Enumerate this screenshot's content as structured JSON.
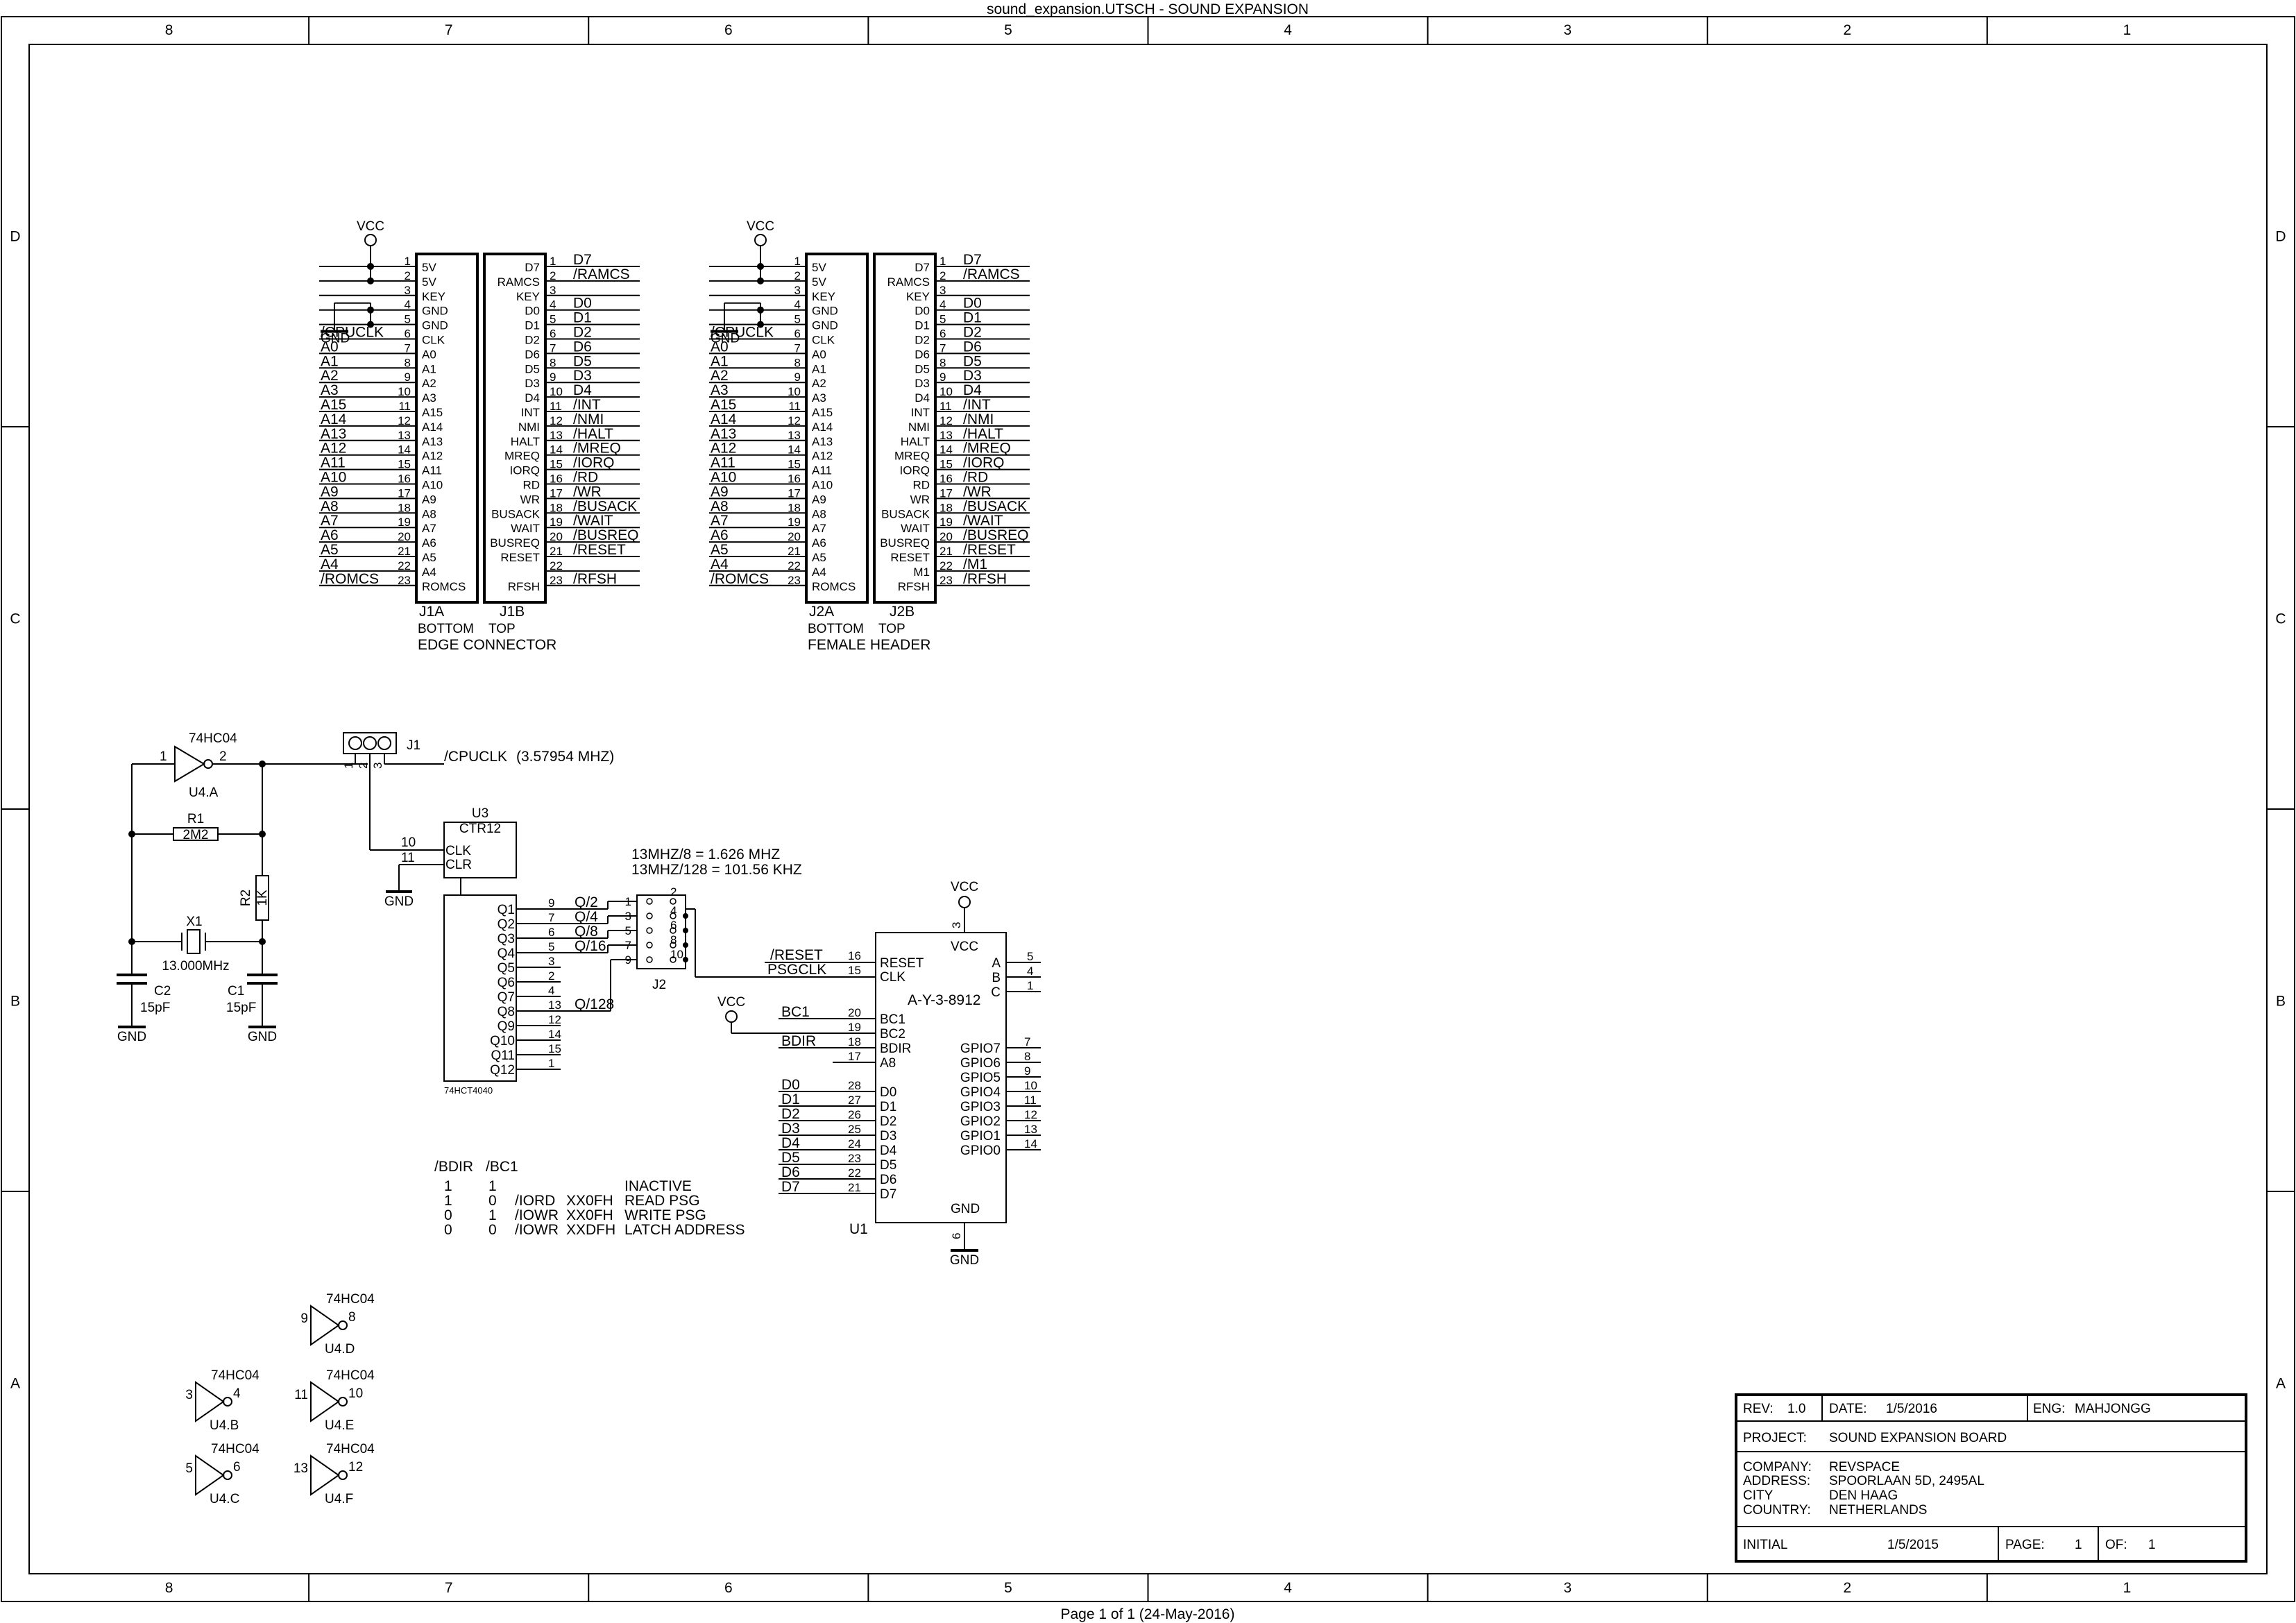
{
  "header": {
    "title": "sound_expansion.UTSCH - SOUND EXPANSION",
    "footer": "Page 1 of 1 (24-May-2016)"
  },
  "frame": {
    "columns": [
      "8",
      "7",
      "6",
      "5",
      "4",
      "3",
      "2",
      "1"
    ],
    "rows": [
      "D",
      "C",
      "B",
      "A"
    ]
  },
  "connectors": {
    "left": {
      "vcc": "VCC",
      "gnd": "GND",
      "side_a_name": "J1A",
      "side_b_name": "J1B",
      "side_a_sub": "BOTTOM",
      "side_b_sub": "TOP",
      "caption": "EDGE CONNECTOR",
      "a_pins": [
        {
          "n": "1",
          "pin": "5V",
          "net": ""
        },
        {
          "n": "2",
          "pin": "5V",
          "net": ""
        },
        {
          "n": "3",
          "pin": "KEY",
          "net": ""
        },
        {
          "n": "4",
          "pin": "GND",
          "net": ""
        },
        {
          "n": "5",
          "pin": "GND",
          "net": ""
        },
        {
          "n": "6",
          "pin": "CLK",
          "net": "/CPUCLK"
        },
        {
          "n": "7",
          "pin": "A0",
          "net": "A0"
        },
        {
          "n": "8",
          "pin": "A1",
          "net": "A1"
        },
        {
          "n": "9",
          "pin": "A2",
          "net": "A2"
        },
        {
          "n": "10",
          "pin": "A3",
          "net": "A3"
        },
        {
          "n": "11",
          "pin": "A15",
          "net": "A15"
        },
        {
          "n": "12",
          "pin": "A14",
          "net": "A14"
        },
        {
          "n": "13",
          "pin": "A13",
          "net": "A13"
        },
        {
          "n": "14",
          "pin": "A12",
          "net": "A12"
        },
        {
          "n": "15",
          "pin": "A11",
          "net": "A11"
        },
        {
          "n": "16",
          "pin": "A10",
          "net": "A10"
        },
        {
          "n": "17",
          "pin": "A9",
          "net": "A9"
        },
        {
          "n": "18",
          "pin": "A8",
          "net": "A8"
        },
        {
          "n": "19",
          "pin": "A7",
          "net": "A7"
        },
        {
          "n": "20",
          "pin": "A6",
          "net": "A6"
        },
        {
          "n": "21",
          "pin": "A5",
          "net": "A5"
        },
        {
          "n": "22",
          "pin": "A4",
          "net": "A4"
        },
        {
          "n": "23",
          "pin": "ROMCS",
          "net": "/ROMCS"
        }
      ],
      "b_pins": [
        {
          "n": "1",
          "pin": "D7",
          "net": "D7"
        },
        {
          "n": "2",
          "pin": "RAMCS",
          "net": "/RAMCS"
        },
        {
          "n": "3",
          "pin": "KEY",
          "net": ""
        },
        {
          "n": "4",
          "pin": "D0",
          "net": "D0"
        },
        {
          "n": "5",
          "pin": "D1",
          "net": "D1"
        },
        {
          "n": "6",
          "pin": "D2",
          "net": "D2"
        },
        {
          "n": "7",
          "pin": "D6",
          "net": "D6"
        },
        {
          "n": "8",
          "pin": "D5",
          "net": "D5"
        },
        {
          "n": "9",
          "pin": "D3",
          "net": "D3"
        },
        {
          "n": "10",
          "pin": "D4",
          "net": "D4"
        },
        {
          "n": "11",
          "pin": "INT",
          "net": "/INT"
        },
        {
          "n": "12",
          "pin": "NMI",
          "net": "/NMI"
        },
        {
          "n": "13",
          "pin": "HALT",
          "net": "/HALT"
        },
        {
          "n": "14",
          "pin": "MREQ",
          "net": "/MREQ"
        },
        {
          "n": "15",
          "pin": "IORQ",
          "net": "/IORQ"
        },
        {
          "n": "16",
          "pin": "RD",
          "net": "/RD"
        },
        {
          "n": "17",
          "pin": "WR",
          "net": "/WR"
        },
        {
          "n": "18",
          "pin": "BUSACK",
          "net": "/BUSACK"
        },
        {
          "n": "19",
          "pin": "WAIT",
          "net": "/WAIT"
        },
        {
          "n": "20",
          "pin": "BUSREQ",
          "net": "/BUSREQ"
        },
        {
          "n": "21",
          "pin": "RESET",
          "net": "/RESET"
        },
        {
          "n": "22",
          "pin": "",
          "net": ""
        },
        {
          "n": "23",
          "pin": "RFSH",
          "net": "/RFSH"
        }
      ]
    },
    "right": {
      "vcc": "VCC",
      "gnd": "GND",
      "side_a_name": "J2A",
      "side_b_name": "J2B",
      "side_a_sub": "BOTTOM",
      "side_b_sub": "TOP",
      "caption": "FEMALE HEADER",
      "a_pins": [
        {
          "n": "1",
          "pin": "5V",
          "net": ""
        },
        {
          "n": "2",
          "pin": "5V",
          "net": ""
        },
        {
          "n": "3",
          "pin": "KEY",
          "net": ""
        },
        {
          "n": "4",
          "pin": "GND",
          "net": ""
        },
        {
          "n": "5",
          "pin": "GND",
          "net": ""
        },
        {
          "n": "6",
          "pin": "CLK",
          "net": "/CPUCLK"
        },
        {
          "n": "7",
          "pin": "A0",
          "net": "A0"
        },
        {
          "n": "8",
          "pin": "A1",
          "net": "A1"
        },
        {
          "n": "9",
          "pin": "A2",
          "net": "A2"
        },
        {
          "n": "10",
          "pin": "A3",
          "net": "A3"
        },
        {
          "n": "11",
          "pin": "A15",
          "net": "A15"
        },
        {
          "n": "12",
          "pin": "A14",
          "net": "A14"
        },
        {
          "n": "13",
          "pin": "A13",
          "net": "A13"
        },
        {
          "n": "14",
          "pin": "A12",
          "net": "A12"
        },
        {
          "n": "15",
          "pin": "A11",
          "net": "A11"
        },
        {
          "n": "16",
          "pin": "A10",
          "net": "A10"
        },
        {
          "n": "17",
          "pin": "A9",
          "net": "A9"
        },
        {
          "n": "18",
          "pin": "A8",
          "net": "A8"
        },
        {
          "n": "19",
          "pin": "A7",
          "net": "A7"
        },
        {
          "n": "20",
          "pin": "A6",
          "net": "A6"
        },
        {
          "n": "21",
          "pin": "A5",
          "net": "A5"
        },
        {
          "n": "22",
          "pin": "A4",
          "net": "A4"
        },
        {
          "n": "23",
          "pin": "ROMCS",
          "net": "/ROMCS"
        }
      ],
      "b_pins": [
        {
          "n": "1",
          "pin": "D7",
          "net": "D7"
        },
        {
          "n": "2",
          "pin": "RAMCS",
          "net": "/RAMCS"
        },
        {
          "n": "3",
          "pin": "KEY",
          "net": ""
        },
        {
          "n": "4",
          "pin": "D0",
          "net": "D0"
        },
        {
          "n": "5",
          "pin": "D1",
          "net": "D1"
        },
        {
          "n": "6",
          "pin": "D2",
          "net": "D2"
        },
        {
          "n": "7",
          "pin": "D6",
          "net": "D6"
        },
        {
          "n": "8",
          "pin": "D5",
          "net": "D5"
        },
        {
          "n": "9",
          "pin": "D3",
          "net": "D3"
        },
        {
          "n": "10",
          "pin": "D4",
          "net": "D4"
        },
        {
          "n": "11",
          "pin": "INT",
          "net": "/INT"
        },
        {
          "n": "12",
          "pin": "NMI",
          "net": "/NMI"
        },
        {
          "n": "13",
          "pin": "HALT",
          "net": "/HALT"
        },
        {
          "n": "14",
          "pin": "MREQ",
          "net": "/MREQ"
        },
        {
          "n": "15",
          "pin": "IORQ",
          "net": "/IORQ"
        },
        {
          "n": "16",
          "pin": "RD",
          "net": "/RD"
        },
        {
          "n": "17",
          "pin": "WR",
          "net": "/WR"
        },
        {
          "n": "18",
          "pin": "BUSACK",
          "net": "/BUSACK"
        },
        {
          "n": "19",
          "pin": "WAIT",
          "net": "/WAIT"
        },
        {
          "n": "20",
          "pin": "BUSREQ",
          "net": "/BUSREQ"
        },
        {
          "n": "21",
          "pin": "RESET",
          "net": "/RESET"
        },
        {
          "n": "22",
          "pin": "M1",
          "net": "/M1"
        },
        {
          "n": "23",
          "pin": "RFSH",
          "net": "/RFSH"
        }
      ]
    }
  },
  "clock": {
    "u4a_part": "74HC04",
    "u4a_ref": "U4.A",
    "u4a_in": "1",
    "u4a_out": "2",
    "r1_ref": "R1",
    "r1_val": "2M2",
    "r2_ref": "R2",
    "r2_val": "1K",
    "x1_ref": "X1",
    "x1_val": "13.000MHz",
    "c2_ref": "C2",
    "c2_val": "15pF",
    "c1_ref": "C1",
    "c1_val": "15pF",
    "gnd": "GND",
    "j1_ref": "J1",
    "j1_pins": [
      "1",
      "2",
      "3"
    ],
    "cpuclk_net": "/CPUCLK",
    "cpuclk_note": "(3.57954 MHZ)"
  },
  "counter": {
    "ref": "U3",
    "type": "CTR12",
    "part": "74HCT4040",
    "clk_pin": "10",
    "clr_pin": "11",
    "clk_label": "CLK",
    "clr_label": "CLR",
    "gnd": "GND",
    "outputs": [
      {
        "q": "Q1",
        "pin": "9",
        "net": "Q/2"
      },
      {
        "q": "Q2",
        "pin": "7",
        "net": "Q/4"
      },
      {
        "q": "Q3",
        "pin": "6",
        "net": "Q/8"
      },
      {
        "q": "Q4",
        "pin": "5",
        "net": "Q/16"
      },
      {
        "q": "Q5",
        "pin": "3",
        "net": ""
      },
      {
        "q": "Q6",
        "pin": "2",
        "net": ""
      },
      {
        "q": "Q7",
        "pin": "4",
        "net": ""
      },
      {
        "q": "Q8",
        "pin": "13",
        "net": "Q/128"
      },
      {
        "q": "Q9",
        "pin": "12",
        "net": ""
      },
      {
        "q": "Q10",
        "pin": "14",
        "net": ""
      },
      {
        "q": "Q11",
        "pin": "15",
        "net": ""
      },
      {
        "q": "Q12",
        "pin": "1",
        "net": ""
      }
    ]
  },
  "jumper": {
    "ref": "J2",
    "note1": "13MHZ/8 = 1.626 MHZ",
    "note2": "13MHZ/128 = 101.56 KHZ",
    "left_pins": [
      "1",
      "3",
      "5",
      "7",
      "9"
    ],
    "right_pins": [
      "2",
      "4",
      "6",
      "8",
      "10"
    ]
  },
  "psg": {
    "ref": "U1",
    "part": "A-Y-3-8912",
    "vcc": "VCC",
    "gnd": "GND",
    "vcc_pin": "3",
    "gnd_pin": "6",
    "reset_net": "/RESET",
    "reset_pin": "16",
    "reset_label": "RESET",
    "clk_net": "PSGCLK",
    "clk_pin": "15",
    "clk_label": "CLK",
    "bc2_vcc": "VCC",
    "ctrl": [
      {
        "net": "BC1",
        "pin": "20",
        "label": "BC1"
      },
      {
        "net": "",
        "pin": "19",
        "label": "BC2"
      },
      {
        "net": "BDIR",
        "pin": "18",
        "label": "BDIR"
      },
      {
        "net": "",
        "pin": "17",
        "label": "A8"
      }
    ],
    "data": [
      {
        "net": "D0",
        "pin": "28",
        "label": "D0"
      },
      {
        "net": "D1",
        "pin": "27",
        "label": "D1"
      },
      {
        "net": "D2",
        "pin": "26",
        "label": "D2"
      },
      {
        "net": "D3",
        "pin": "25",
        "label": "D3"
      },
      {
        "net": "D4",
        "pin": "24",
        "label": "D4"
      },
      {
        "net": "D5",
        "pin": "23",
        "label": "D5"
      },
      {
        "net": "D6",
        "pin": "22",
        "label": "D6"
      },
      {
        "net": "D7",
        "pin": "21",
        "label": "D7"
      }
    ],
    "audio": [
      {
        "label": "A",
        "pin": "5"
      },
      {
        "label": "B",
        "pin": "4"
      },
      {
        "label": "C",
        "pin": "1"
      }
    ],
    "gpio": [
      {
        "label": "GPIO7",
        "pin": "7"
      },
      {
        "label": "GPIO6",
        "pin": "8"
      },
      {
        "label": "GPIO5",
        "pin": "9"
      },
      {
        "label": "GPIO4",
        "pin": "10"
      },
      {
        "label": "GPIO3",
        "pin": "11"
      },
      {
        "label": "GPIO2",
        "pin": "12"
      },
      {
        "label": "GPIO1",
        "pin": "13"
      },
      {
        "label": "GPIO0",
        "pin": "14"
      }
    ]
  },
  "truth_table": {
    "header": [
      "/BDIR",
      "/BC1"
    ],
    "rows": [
      {
        "bdir": "1",
        "bc1": "1",
        "sig": "",
        "addr": "",
        "desc": "INACTIVE"
      },
      {
        "bdir": "1",
        "bc1": "0",
        "sig": "/IORD",
        "addr": "XX0FH",
        "desc": "READ PSG"
      },
      {
        "bdir": "0",
        "bc1": "1",
        "sig": "/IOWR",
        "addr": "XX0FH",
        "desc": "WRITE PSG"
      },
      {
        "bdir": "0",
        "bc1": "0",
        "sig": "/IOWR",
        "addr": "XXDFH",
        "desc": "LATCH ADDRESS"
      }
    ]
  },
  "spare_inverters": [
    {
      "part": "74HC04",
      "ref": "U4.D",
      "in": "9",
      "out": "8"
    },
    {
      "part": "74HC04",
      "ref": "U4.B",
      "in": "3",
      "out": "4"
    },
    {
      "part": "74HC04",
      "ref": "U4.E",
      "in": "11",
      "out": "10"
    },
    {
      "part": "74HC04",
      "ref": "U4.C",
      "in": "5",
      "out": "6"
    },
    {
      "part": "74HC04",
      "ref": "U4.F",
      "in": "13",
      "out": "12"
    }
  ],
  "title_block": {
    "rev_label": "REV:",
    "rev": "1.0",
    "date_label": "DATE:",
    "date": "1/5/2016",
    "eng_label": "ENG:",
    "eng": "MAHJONGG",
    "project_label": "PROJECT:",
    "project": "SOUND EXPANSION BOARD",
    "company_label": "COMPANY:",
    "company": "REVSPACE",
    "address_label": "ADDRESS:",
    "address": "SPOORLAAN 5D, 2495AL",
    "city_label": "CITY",
    "city": "DEN HAAG",
    "country_label": "COUNTRY:",
    "country": "NETHERLANDS",
    "initial_label": "INITIAL",
    "initial": "1/5/2015",
    "page_label": "PAGE:",
    "page": "1",
    "of_label": "OF:",
    "of": "1"
  }
}
